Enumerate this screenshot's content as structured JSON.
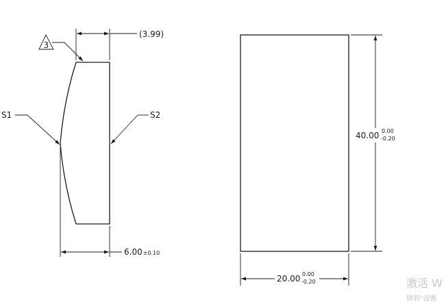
{
  "left_view": {
    "top_dim": "(3.99)",
    "note_marker": "3",
    "surface_left": "S1",
    "surface_right": "S2",
    "thickness_dim": {
      "value": "6.00",
      "tol": "±0.10"
    }
  },
  "right_view": {
    "height_dim": {
      "value": "40.00",
      "tol_upper": "0.00",
      "tol_lower": "-0.20"
    },
    "width_dim": {
      "value": "20.00",
      "tol_upper": "0.00",
      "tol_lower": "-0.20"
    }
  },
  "watermark": {
    "line1": "激活 W",
    "line2": "转到\"设置"
  }
}
